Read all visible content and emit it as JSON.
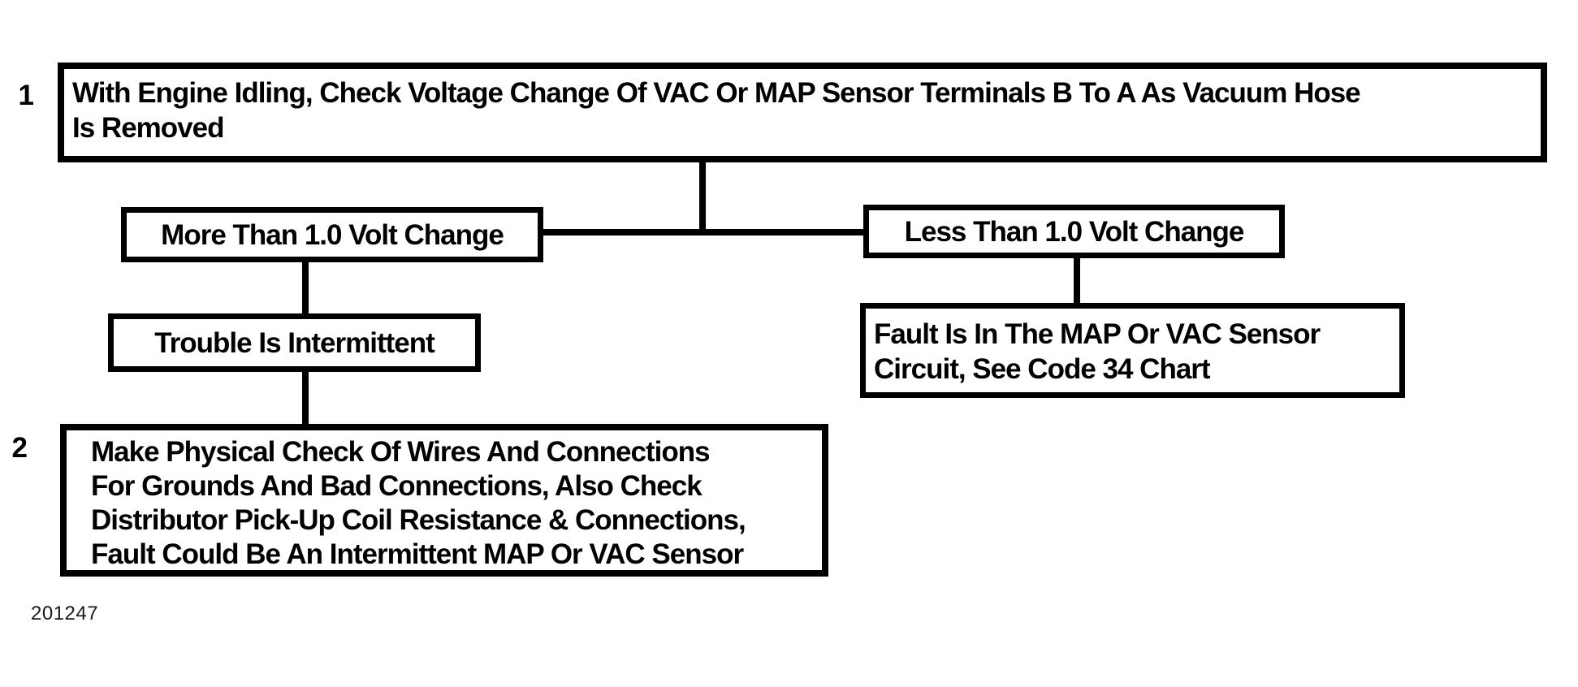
{
  "diagram": {
    "type": "troubleshooting-flowchart",
    "colors": {
      "ink": "#000000",
      "background": "#ffffff"
    },
    "figure_code": "201247",
    "steps": {
      "step1_number": "1",
      "step1_text": "With Engine Idling, Check Voltage Change Of VAC Or MAP Sensor Terminals B To A As Vacuum Hose\nIs Removed",
      "step2_number": "2",
      "step2_text": "Make Physical Check Of Wires And Connections\nFor Grounds And Bad Connections, Also Check\nDistributor Pick-Up Coil Resistance & Connections,\nFault Could Be An Intermittent MAP Or VAC Sensor"
    },
    "branches": {
      "more_than": "More Than 1.0 Volt Change",
      "less_than": "Less Than 1.0 Volt Change",
      "trouble": "Trouble Is Intermittent",
      "fault": "Fault Is In The MAP Or VAC Sensor\nCircuit, See Code 34 Chart"
    }
  }
}
